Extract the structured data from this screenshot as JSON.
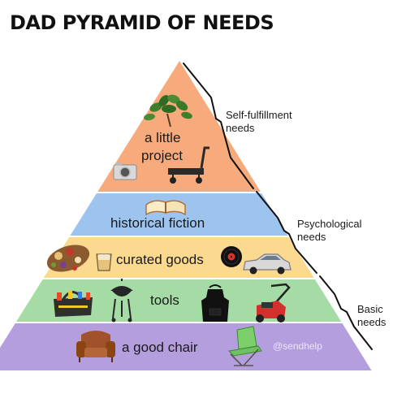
{
  "header": {
    "title": "DAD PYRAMID OF NEEDS"
  },
  "tiers": [
    {
      "id": "self",
      "line1": "a little",
      "line2": "project",
      "color": "#f7ab7c"
    },
    {
      "id": "historical",
      "label": "historical fiction",
      "color": "#9cc4ee"
    },
    {
      "id": "curated",
      "label": "curated goods",
      "color": "#fbd98e"
    },
    {
      "id": "tools",
      "label": "tools",
      "color": "#a5dca5"
    },
    {
      "id": "chair",
      "label": "a good chair",
      "color": "#b49ede"
    }
  ],
  "groups": {
    "self_fulfillment": {
      "line1": "Self-fulfillment",
      "line2": "needs"
    },
    "psychological": {
      "line1": "Psychological",
      "line2": "needs"
    },
    "basic": {
      "line1": "Basic",
      "line2": "needs"
    }
  },
  "watermark": "@sendhelp",
  "icons": [
    "plant-icon",
    "cart-icon",
    "camera-icon",
    "book-icon",
    "snack-board-icon",
    "whiskey-glass-icon",
    "vinyl-record-icon",
    "car-icon",
    "toolbag-icon",
    "grill-icon",
    "apron-icon",
    "lawnmower-icon",
    "armchair-icon",
    "camp-chair-icon"
  ]
}
